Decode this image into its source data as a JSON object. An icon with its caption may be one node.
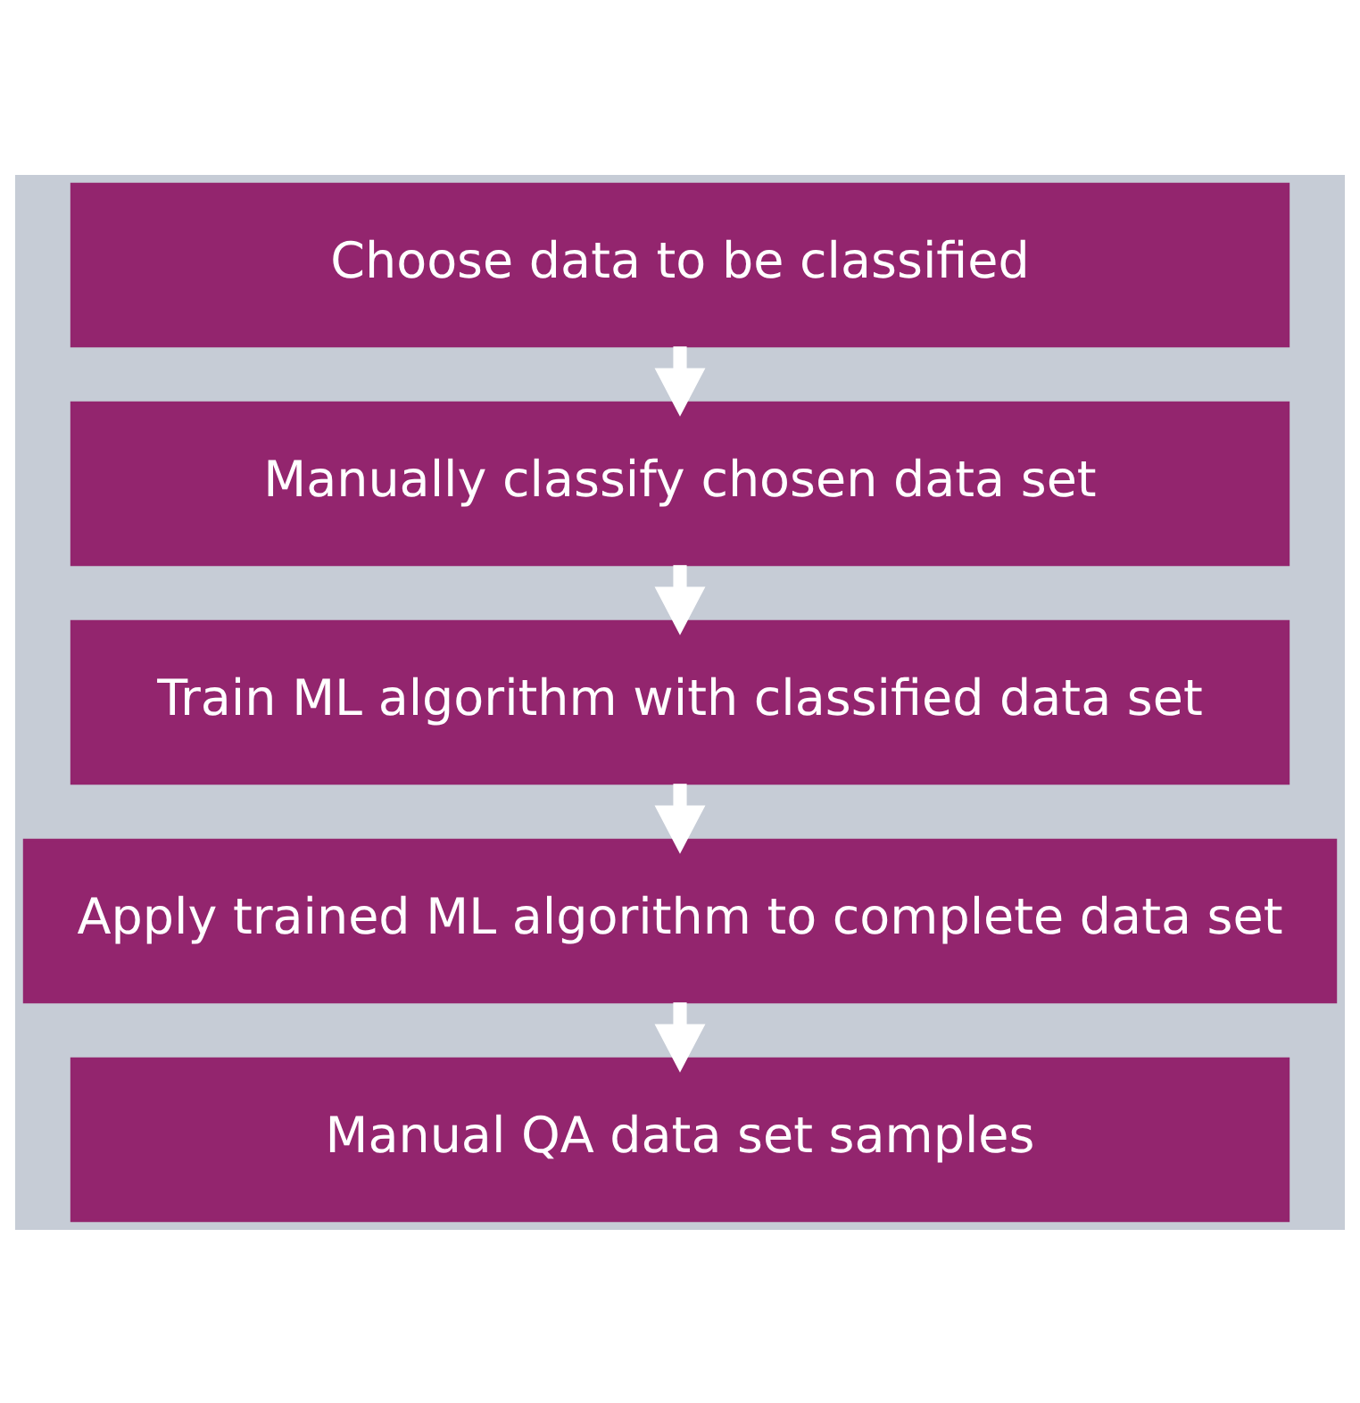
{
  "diagram": {
    "nodes": [
      {
        "text": [
          "Choose data to be classified"
        ]
      },
      {
        "text": [
          "Manually classify chosen data set"
        ]
      },
      {
        "text": [
          "Train ML algorithm with classified data set"
        ]
      },
      {
        "text": [
          "Apply trained ML algorithm to complete data set"
        ]
      },
      {
        "text": [
          "Manual QA data set samples"
        ]
      }
    ],
    "edges": [
      {
        "from": 0,
        "to": 1,
        "arrow": "to"
      },
      {
        "from": 1,
        "to": 2,
        "arrow": "to"
      },
      {
        "from": 2,
        "to": 3,
        "arrow": "to"
      },
      {
        "from": 3,
        "to": 4,
        "arrow": "to"
      }
    ]
  }
}
